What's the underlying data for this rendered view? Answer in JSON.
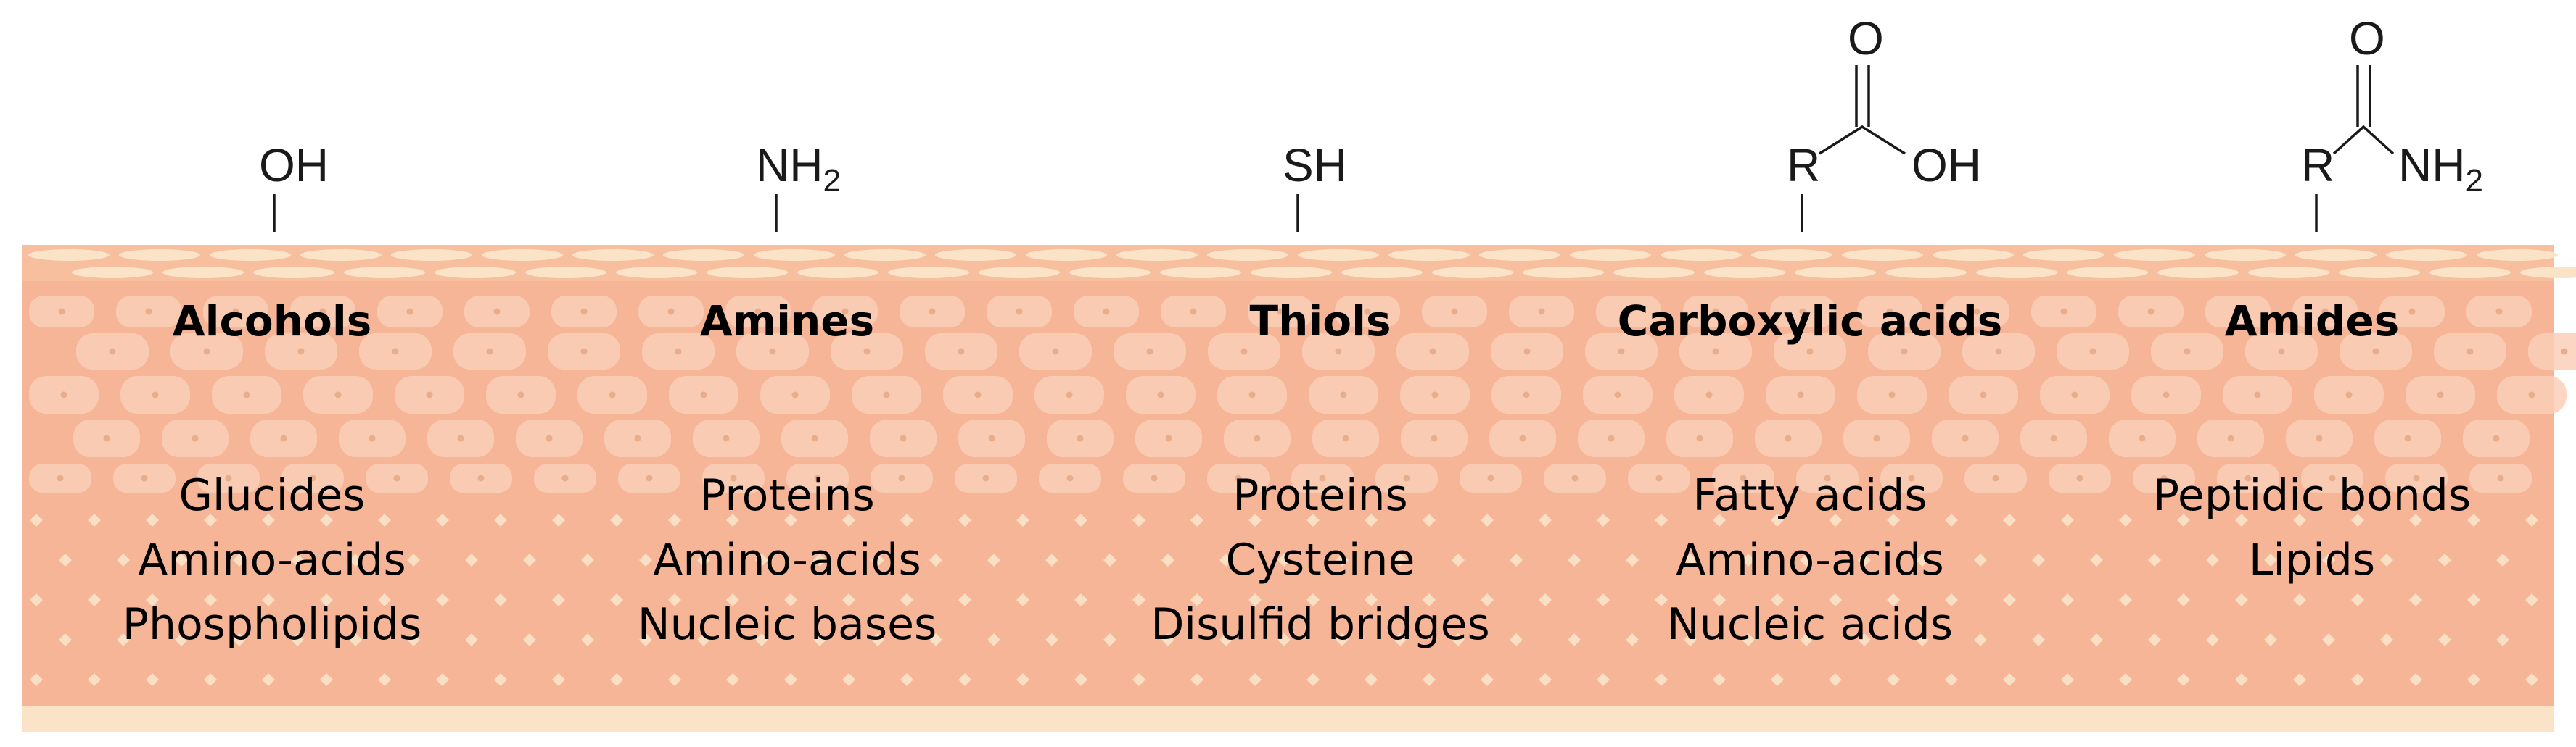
{
  "colors": {
    "outer_skin": "#fbe3c8",
    "surface_band": "#f7bf9e",
    "dermis": "#f6b596",
    "cell_fill": "#f9cfb8",
    "cell_nucleus": "#e9ad8b",
    "diamond": "#fae3c8",
    "text": "#000000"
  },
  "groups": [
    {
      "name": "Alcohols",
      "structure": {
        "type": "hydroxyl",
        "label": "OH"
      },
      "examples": [
        "Glucides",
        "Amino-acids",
        "Phospholipids"
      ]
    },
    {
      "name": "Amines",
      "structure": {
        "type": "amine",
        "label_main": "NH",
        "label_sub": "2"
      },
      "examples": [
        "Proteins",
        "Amino-acids",
        "Nucleic bases"
      ]
    },
    {
      "name": "Thiols",
      "structure": {
        "type": "thiol",
        "label": "SH"
      },
      "examples": [
        "Proteins",
        "Cysteine",
        "Disulfid bridges"
      ]
    },
    {
      "name": "Carboxylic acids",
      "structure": {
        "type": "carboxylic",
        "r": "R",
        "o": "O",
        "oh": "OH"
      },
      "examples": [
        "Fatty acids",
        "Amino-acids",
        "Nucleic acids"
      ]
    },
    {
      "name": "Amides",
      "structure": {
        "type": "amide",
        "r": "R",
        "o": "O",
        "nh_main": "NH",
        "nh_sub": "2"
      },
      "examples": [
        "Peptidic bonds",
        "Lipids"
      ]
    }
  ]
}
